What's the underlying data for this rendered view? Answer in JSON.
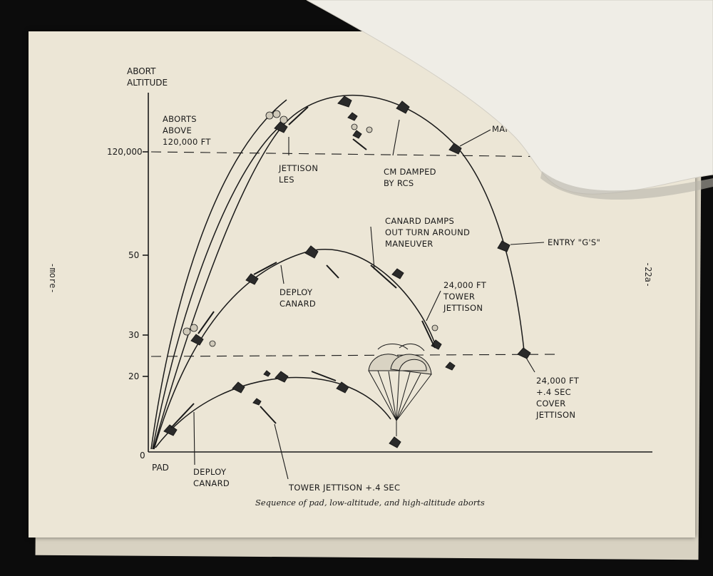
{
  "axis": {
    "title_line1": "ABORT",
    "title_line2": "ALTITUDE",
    "ticks": [
      "120,000",
      "50",
      "30",
      "20",
      "0"
    ],
    "origin_label": "PAD"
  },
  "annotations": {
    "aborts_above_1": "ABORTS",
    "aborts_above_2": "ABOVE",
    "aborts_above_3": "120,000 FT",
    "jettison_les_1": "JETTISON",
    "jettison_les_2": "LES",
    "cm_damped_1": "CM DAMPED",
    "cm_damped_2": "BY RCS",
    "manual_orientation": "MANUAL ORIENTATION",
    "entry_gs": "ENTRY \"G'S\"",
    "canard_damps_1": "CANARD DAMPS",
    "canard_damps_2": "OUT TURN AROUND",
    "canard_damps_3": "MANEUVER",
    "deploy_canard_mid_1": "DEPLOY",
    "deploy_canard_mid_2": "CANARD",
    "tower_24k_1": "24,000 FT",
    "tower_24k_2": "TOWER",
    "tower_24k_3": "JETTISON",
    "cover_1": "24,000 FT",
    "cover_2": "+.4 SEC",
    "cover_3": "COVER",
    "cover_4": "JETTISON",
    "deploy_canard_low_1": "DEPLOY",
    "deploy_canard_low_2": "CANARD",
    "tower_jettison_low": "TOWER JETTISON +.4 SEC"
  },
  "caption": "Sequence of pad, low-altitude, and high-altitude aborts",
  "margin_left": "-more-",
  "margin_right": "-22a-",
  "colors": {
    "paper": "#ece6d6",
    "ink": "#1a1a1a",
    "background": "#0c0c0c"
  }
}
